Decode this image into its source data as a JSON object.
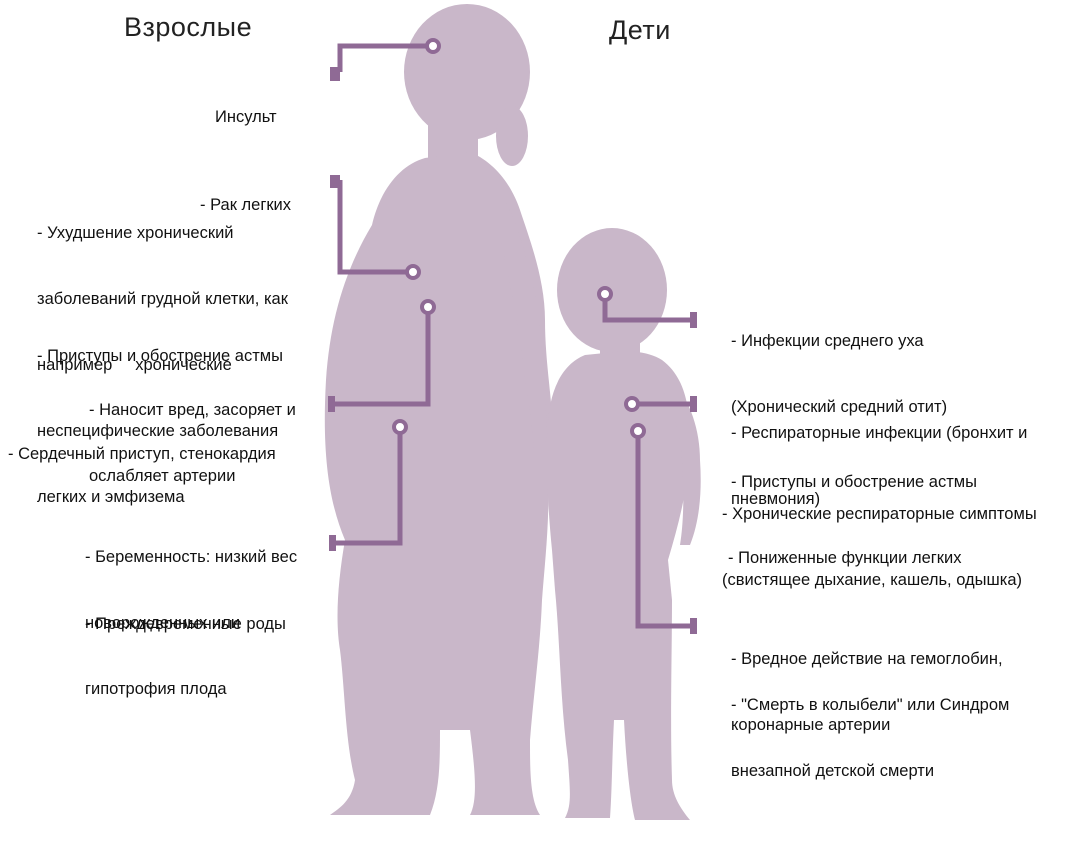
{
  "colors": {
    "silhouette": "#c9b7c9",
    "connector": "#8f6a95",
    "background": "#ffffff"
  },
  "headings": {
    "adults": "Взрослые",
    "children": "Дети"
  },
  "adult_effects": [
    [
      "Инсульт"
    ],
    [
      "- Рак легких"
    ],
    [
      "- Ухудшение хронический",
      "заболеваний грудной клетки, как",
      "например     хронические",
      "неспецифические заболевания",
      "легких и эмфизема"
    ],
    [
      "- Приступы и обострение астмы"
    ],
    [
      "- Наносит вред, засоряет и",
      "ослабляет артерии"
    ],
    [
      "- Сердечный приступ, стенокардия"
    ],
    [
      "- Беременность: низкий вес",
      "новорожденных или",
      "гипотрофия плода"
    ],
    [
      "- Преждевременные роды"
    ]
  ],
  "child_effects": [
    [
      "- Инфекции среднего уха",
      "(Хронический средний отит)"
    ],
    [
      "- Респираторные инфекции (бронхит и",
      "пневмония)"
    ],
    [
      "- Приступы и обострение астмы"
    ],
    [
      "- Хронические респираторные симптомы",
      "(свистящее дыхание, кашель, одышка)"
    ],
    [
      "- Пониженные функции легких"
    ],
    [
      "- Вредное действие на гемоглобин,",
      "коронарные артерии"
    ],
    [
      "- \"Смерть в колыбели\" или Синдром",
      "внезапной детской смерти"
    ]
  ]
}
